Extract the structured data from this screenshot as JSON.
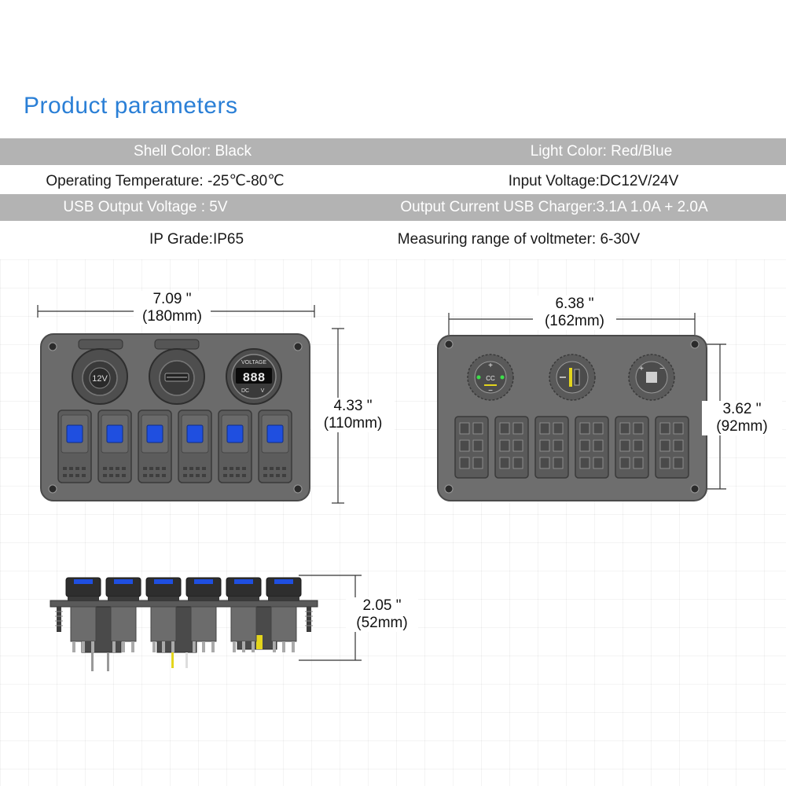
{
  "title": "Product parameters",
  "parameters": {
    "shell_color": "Shell Color: Black",
    "light_color": "Light Color: Red/Blue",
    "operating_temperature": "Operating Temperature: -25℃-80℃",
    "input_voltage": "Input Voltage:DC12V/24V",
    "usb_output_voltage": "USB Output Voltage : 5V",
    "output_current": "Output Current USB Charger:3.1A 1.0A + 2.0A",
    "ip_grade": "IP Grade:IP65",
    "voltmeter_range": "Measuring range of voltmeter: 6-30V"
  },
  "front_view": {
    "width_inch": "7.09 \"",
    "width_mm": "(180mm)",
    "height_inch": "4.33 \"",
    "height_mm": "(110mm)",
    "socket_label": "12V",
    "voltmeter_label": "VOLTAGE",
    "voltmeter_digits": "888",
    "voltmeter_unit_dc": "DC",
    "voltmeter_unit_v": "V",
    "switch_count": 6
  },
  "back_view": {
    "width_inch": "6.38 \"",
    "width_mm": "(162mm)",
    "height_inch": "3.62 \"",
    "height_mm": "(92mm)"
  },
  "side_view": {
    "depth_inch": "2.05 \"",
    "depth_mm": "(52mm)"
  },
  "colors": {
    "title": "#2a7fd6",
    "row_gray": "#b3b3b3",
    "panel": "#6b6b6b",
    "switch_light": "#1f4fe0"
  }
}
